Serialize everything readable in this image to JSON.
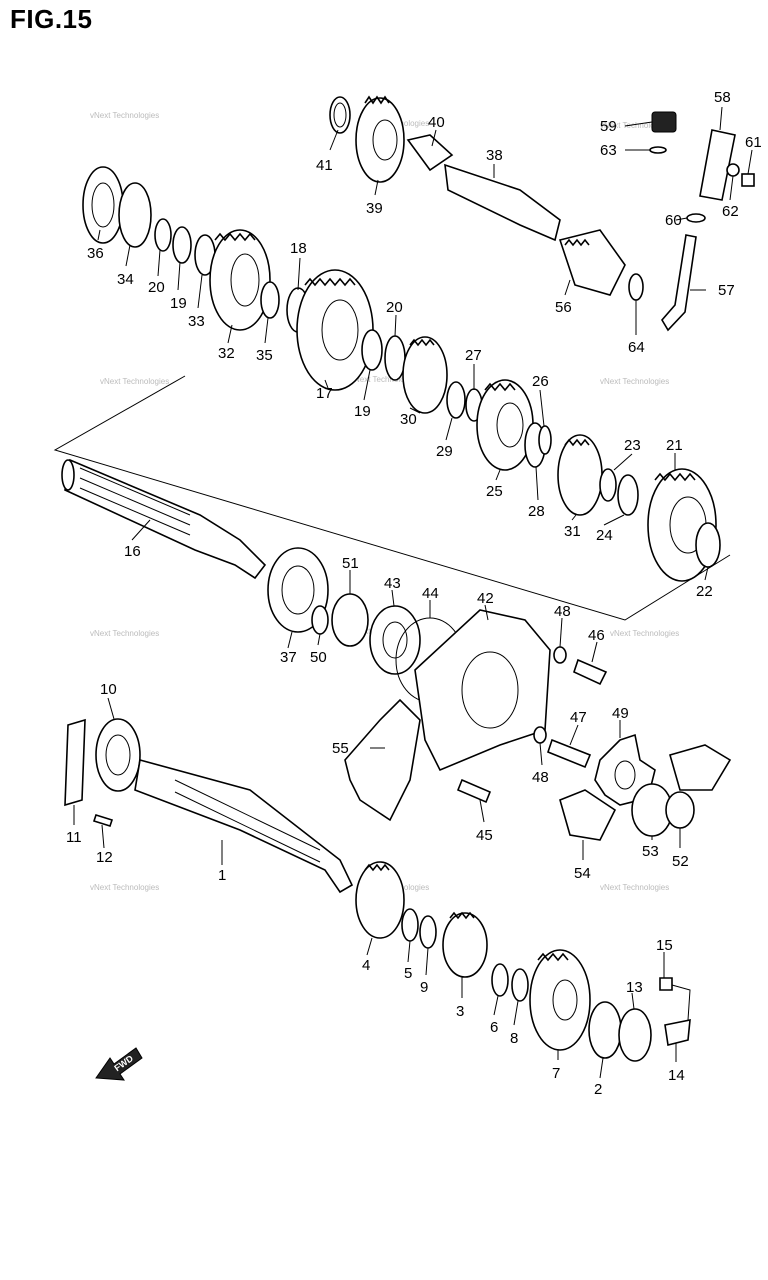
{
  "figure": {
    "title": "FIG.15",
    "fwd_label": "FWD",
    "watermark_text": "vNext Technologies"
  },
  "parts": [
    {
      "id": "p1",
      "label": "1"
    },
    {
      "id": "p2",
      "label": "2"
    },
    {
      "id": "p3",
      "label": "3"
    },
    {
      "id": "p4",
      "label": "4"
    },
    {
      "id": "p5",
      "label": "5"
    },
    {
      "id": "p6",
      "label": "6"
    },
    {
      "id": "p7",
      "label": "7"
    },
    {
      "id": "p8",
      "label": "8"
    },
    {
      "id": "p9",
      "label": "9"
    },
    {
      "id": "p10",
      "label": "10"
    },
    {
      "id": "p11",
      "label": "11"
    },
    {
      "id": "p12",
      "label": "12"
    },
    {
      "id": "p13",
      "label": "13"
    },
    {
      "id": "p14",
      "label": "14"
    },
    {
      "id": "p15",
      "label": "15"
    },
    {
      "id": "p16",
      "label": "16"
    },
    {
      "id": "p17",
      "label": "17"
    },
    {
      "id": "p18",
      "label": "18"
    },
    {
      "id": "p19a",
      "label": "19"
    },
    {
      "id": "p19b",
      "label": "19"
    },
    {
      "id": "p20a",
      "label": "20"
    },
    {
      "id": "p20b",
      "label": "20"
    },
    {
      "id": "p21",
      "label": "21"
    },
    {
      "id": "p22",
      "label": "22"
    },
    {
      "id": "p23",
      "label": "23"
    },
    {
      "id": "p24",
      "label": "24"
    },
    {
      "id": "p25",
      "label": "25"
    },
    {
      "id": "p26",
      "label": "26"
    },
    {
      "id": "p27",
      "label": "27"
    },
    {
      "id": "p28",
      "label": "28"
    },
    {
      "id": "p29",
      "label": "29"
    },
    {
      "id": "p30",
      "label": "30"
    },
    {
      "id": "p31",
      "label": "31"
    },
    {
      "id": "p32",
      "label": "32"
    },
    {
      "id": "p33",
      "label": "33"
    },
    {
      "id": "p34",
      "label": "34"
    },
    {
      "id": "p35",
      "label": "35"
    },
    {
      "id": "p36",
      "label": "36"
    },
    {
      "id": "p37",
      "label": "37"
    },
    {
      "id": "p38",
      "label": "38"
    },
    {
      "id": "p39",
      "label": "39"
    },
    {
      "id": "p40",
      "label": "40"
    },
    {
      "id": "p41",
      "label": "41"
    },
    {
      "id": "p42",
      "label": "42"
    },
    {
      "id": "p43",
      "label": "43"
    },
    {
      "id": "p44",
      "label": "44"
    },
    {
      "id": "p45",
      "label": "45"
    },
    {
      "id": "p46",
      "label": "46"
    },
    {
      "id": "p47",
      "label": "47"
    },
    {
      "id": "p48a",
      "label": "48"
    },
    {
      "id": "p48b",
      "label": "48"
    },
    {
      "id": "p49",
      "label": "49"
    },
    {
      "id": "p50",
      "label": "50"
    },
    {
      "id": "p51",
      "label": "51"
    },
    {
      "id": "p52",
      "label": "52"
    },
    {
      "id": "p53",
      "label": "53"
    },
    {
      "id": "p54",
      "label": "54"
    },
    {
      "id": "p55",
      "label": "55"
    },
    {
      "id": "p56",
      "label": "56"
    },
    {
      "id": "p57",
      "label": "57"
    },
    {
      "id": "p58",
      "label": "58"
    },
    {
      "id": "p59",
      "label": "59"
    },
    {
      "id": "p60",
      "label": "60"
    },
    {
      "id": "p61",
      "label": "61"
    },
    {
      "id": "p62",
      "label": "62"
    },
    {
      "id": "p63",
      "label": "63"
    },
    {
      "id": "p64",
      "label": "64"
    }
  ]
}
